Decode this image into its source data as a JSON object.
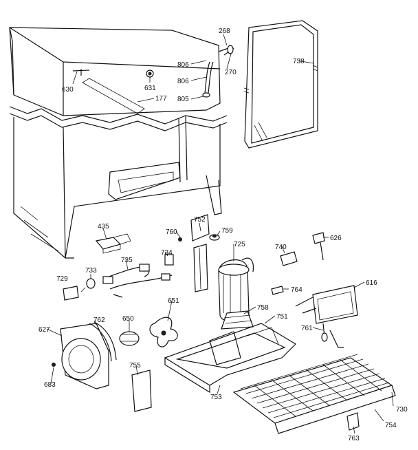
{
  "parts": [
    {
      "id": "p630",
      "label": "630"
    },
    {
      "id": "p631",
      "label": "631"
    },
    {
      "id": "p177",
      "label": "177"
    },
    {
      "id": "p268",
      "label": "268"
    },
    {
      "id": "p270",
      "label": "270"
    },
    {
      "id": "p805a",
      "label": "806"
    },
    {
      "id": "p806",
      "label": "806"
    },
    {
      "id": "p805",
      "label": "805"
    },
    {
      "id": "p738",
      "label": "738"
    },
    {
      "id": "p435",
      "label": "435"
    },
    {
      "id": "p760",
      "label": "760"
    },
    {
      "id": "p752",
      "label": "752"
    },
    {
      "id": "p759",
      "label": "759"
    },
    {
      "id": "p725",
      "label": "725"
    },
    {
      "id": "p740",
      "label": "740"
    },
    {
      "id": "p626",
      "label": "626"
    },
    {
      "id": "p733",
      "label": "733"
    },
    {
      "id": "p735",
      "label": "735"
    },
    {
      "id": "p734",
      "label": "734"
    },
    {
      "id": "p729",
      "label": "729"
    },
    {
      "id": "p764",
      "label": "764"
    },
    {
      "id": "p616",
      "label": "616"
    },
    {
      "id": "p651",
      "label": "651"
    },
    {
      "id": "p758",
      "label": "758"
    },
    {
      "id": "p751",
      "label": "751"
    },
    {
      "id": "p761",
      "label": "761"
    },
    {
      "id": "p627",
      "label": "627"
    },
    {
      "id": "p762",
      "label": "762"
    },
    {
      "id": "p650",
      "label": "650"
    },
    {
      "id": "p683",
      "label": "683"
    },
    {
      "id": "p755",
      "label": "755"
    },
    {
      "id": "p753",
      "label": "753"
    },
    {
      "id": "p730",
      "label": "730"
    },
    {
      "id": "p754",
      "label": "754"
    },
    {
      "id": "p763",
      "label": "763"
    }
  ]
}
